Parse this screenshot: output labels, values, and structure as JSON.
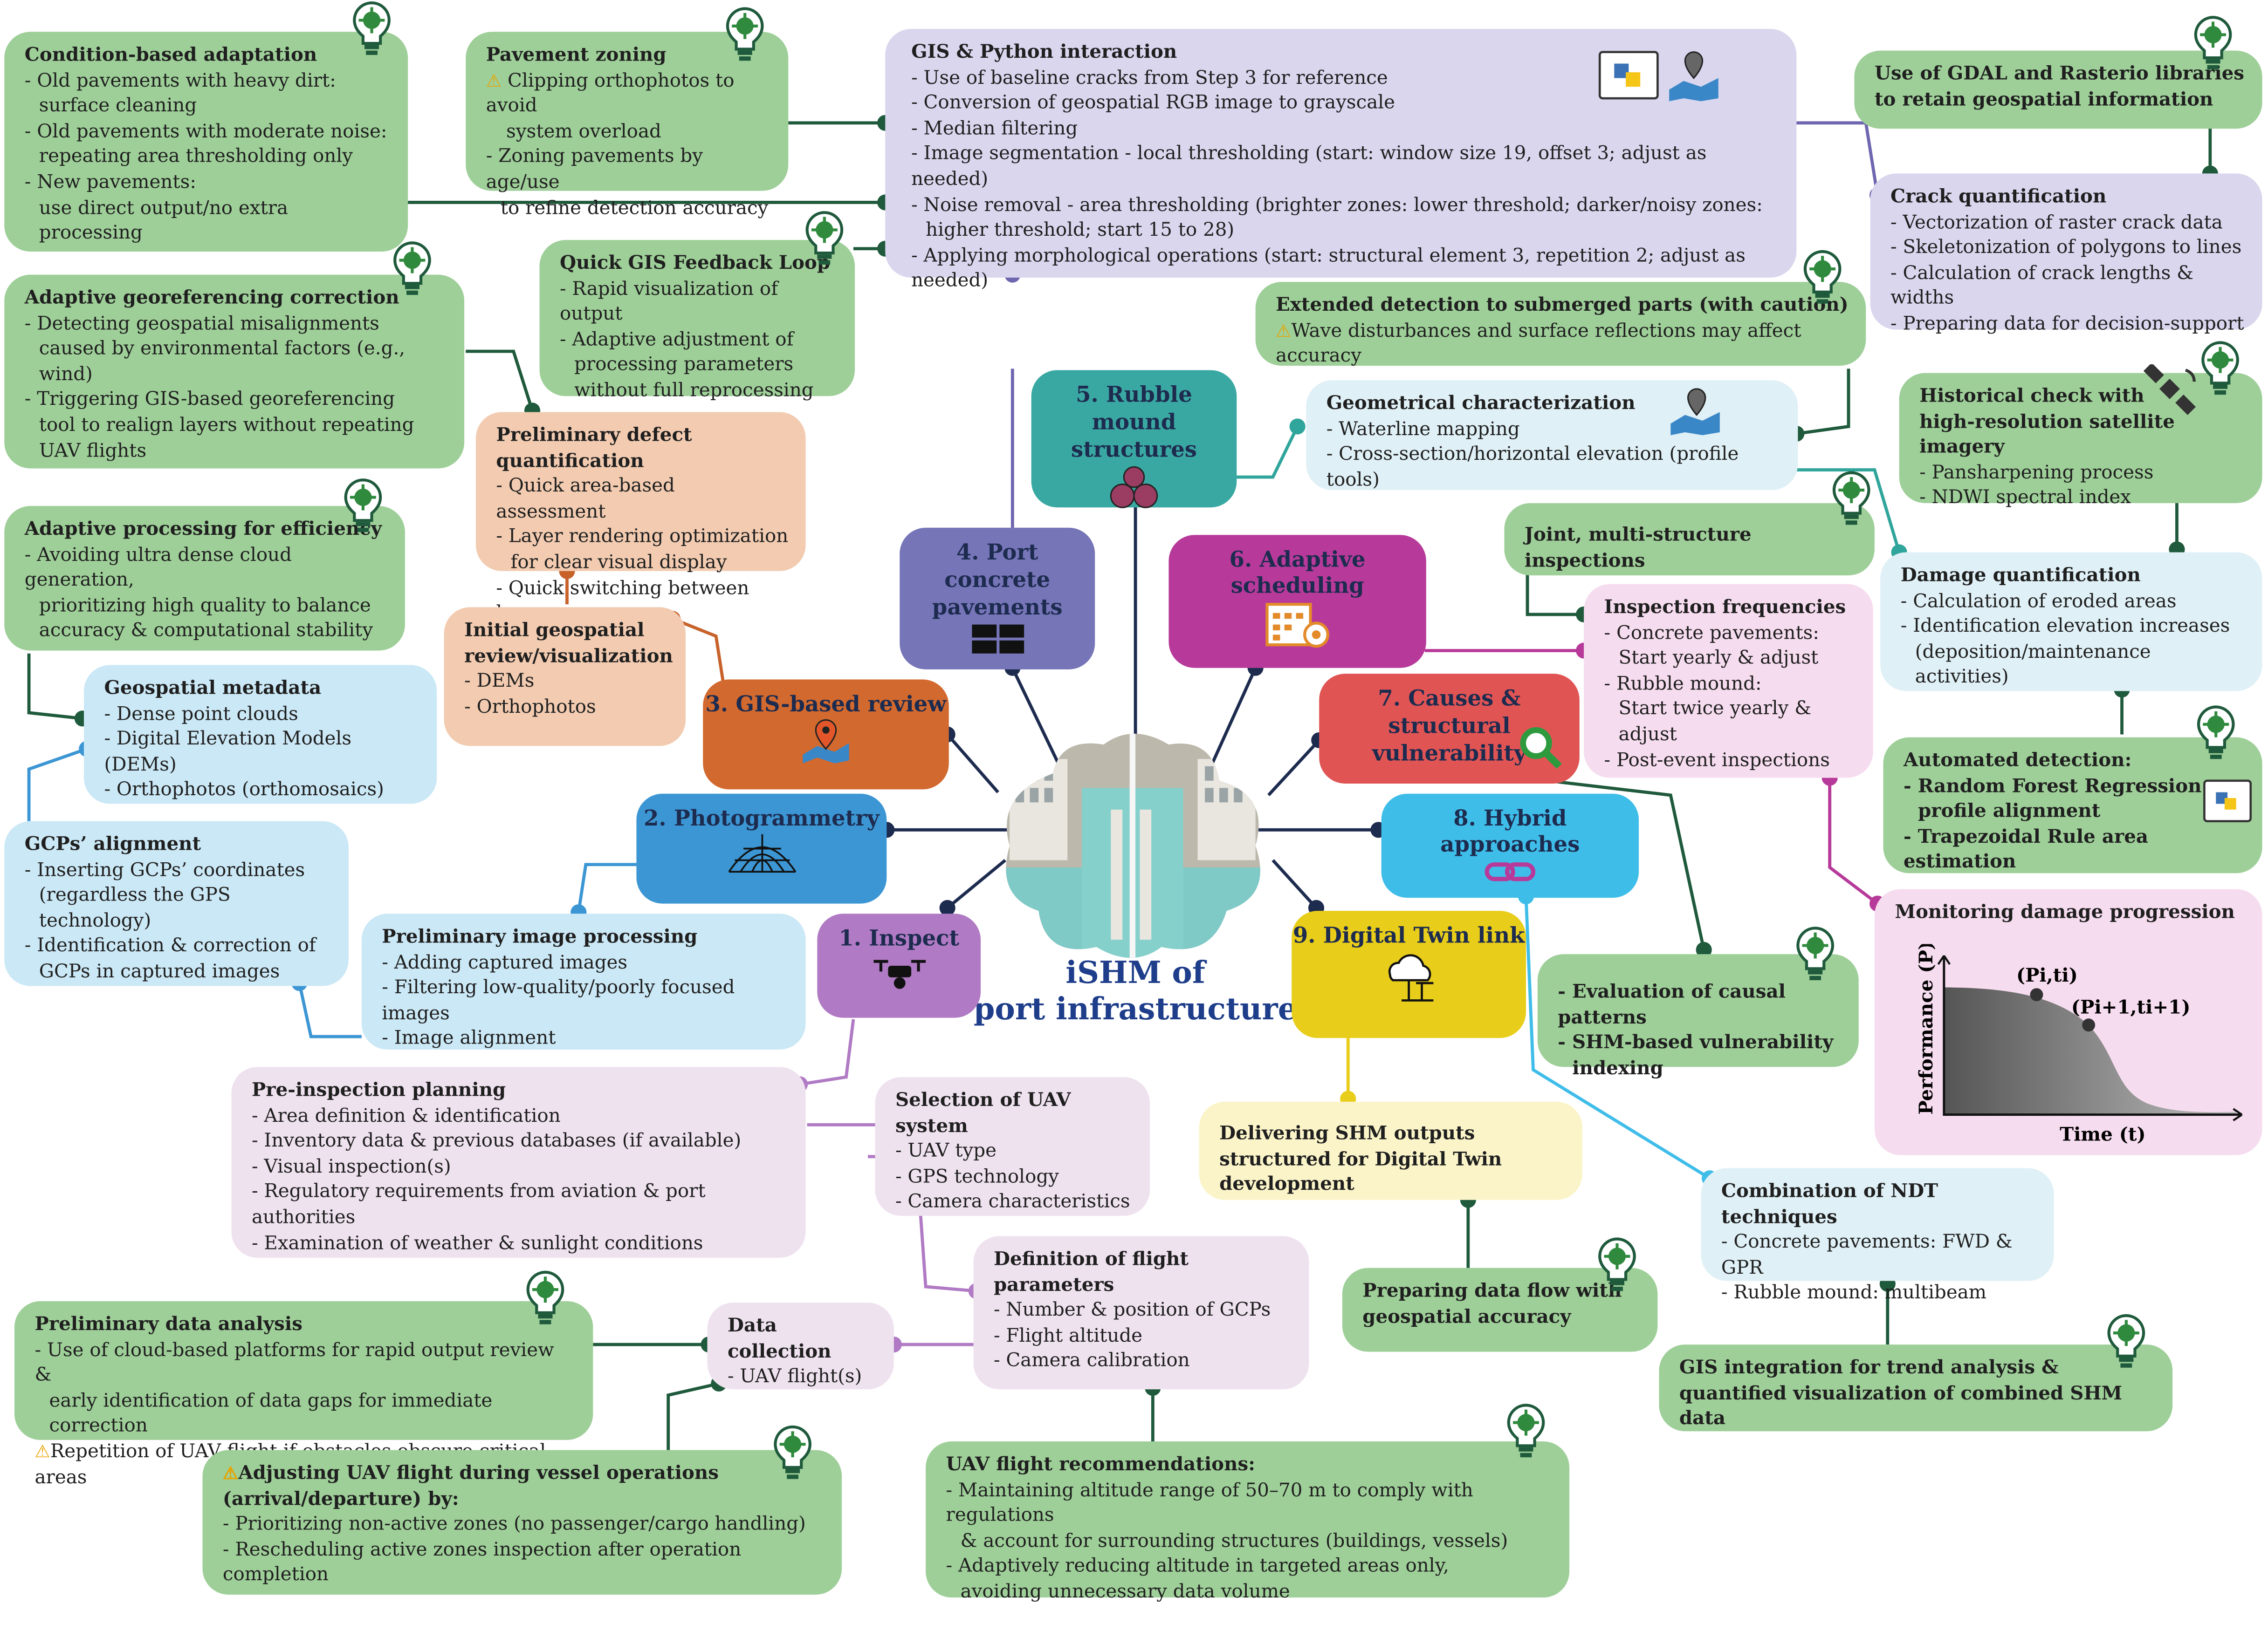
{
  "center": {
    "title_line1": "iSHM of",
    "title_line2": "port infrastructure"
  },
  "nodes": [
    {
      "id": "n1",
      "label": "1. Inspect",
      "color": "#b07ac4"
    },
    {
      "id": "n2",
      "label": "2. Photogrammetry",
      "color": "#3c96d4"
    },
    {
      "id": "n3",
      "label": "3. GIS-based review",
      "color": "#d2692e"
    },
    {
      "id": "n4",
      "label": "4. Port concrete pavements",
      "color": "#7575b8"
    },
    {
      "id": "n5",
      "label": "5. Rubble mound structures",
      "color": "#3aa8a2"
    },
    {
      "id": "n6",
      "label": "6. Adaptive scheduling",
      "color": "#b73a9a"
    },
    {
      "id": "n7",
      "label": "7. Causes & structural vulnerability",
      "color": "#e05454"
    },
    {
      "id": "n8",
      "label": "8. Hybrid approaches",
      "color": "#3fbde9"
    },
    {
      "id": "n9",
      "label": "9. Digital Twin link",
      "color": "#e8cd1a"
    }
  ],
  "boxes": {
    "condition": {
      "title": "Condition-based adaptation",
      "lines": [
        "- Old pavements with heavy dirt:",
        "  surface cleaning",
        "- Old pavements with moderate noise:",
        "  repeating area thresholding only",
        "- New pavements:",
        "  use direct output/no extra processing"
      ]
    },
    "pavement_zoning": {
      "title": "Pavement zoning",
      "lines": [
        "Clipping orthophotos to avoid",
        "system overload",
        "- Zoning pavements by age/use",
        "  to refine detection accuracy"
      ]
    },
    "gis_python": {
      "title": "GIS & Python interaction",
      "lines": [
        "- Use of baseline cracks from Step 3 for reference",
        "- Conversion of geospatial RGB image to grayscale",
        "- Median filtering",
        "- Image segmentation - local thresholding (start: window size 19, offset 3; adjust as needed)",
        "- Noise removal - area thresholding (brighter zones: lower threshold; darker/noisy zones:",
        "  higher threshold; start 15 to 28)",
        "- Applying morphological operations (start: structural element 3, repetition 2; adjust as needed)"
      ]
    },
    "gdal": {
      "title": "Use of GDAL and Rasterio libraries to retain geospatial information",
      "lines": []
    },
    "crack_quant": {
      "title": "Crack quantification",
      "lines": [
        "- Vectorization of raster crack data",
        "- Skeletonization of polygons to lines",
        "- Calculation of crack lengths & widths",
        "- Preparing data for decision-support"
      ]
    },
    "quick_gis": {
      "title": "Quick GIS Feedback Loop",
      "lines": [
        "- Rapid visualization of output",
        "- Adaptive adjustment of",
        "  processing parameters",
        "  without full reprocessing"
      ]
    },
    "adaptive_geo": {
      "title": "Adaptive georeferencing correction",
      "lines": [
        "- Detecting  geospatial misalignments",
        "  caused by environmental factors (e.g., wind)",
        "- Triggering GIS-based georeferencing",
        "  tool to realign layers without  repeating",
        "  UAV flights"
      ]
    },
    "extended_det": {
      "title": "Extended detection to submerged parts (with caution)",
      "lines": [
        "Wave disturbances and surface reflections may affect accuracy"
      ]
    },
    "geometrical": {
      "title": "Geometrical characterization",
      "lines": [
        "- Waterline mapping",
        "- Cross-section/horizontal elevation (profile tools)"
      ]
    },
    "historical": {
      "title": "Historical check with high-resolution satellite imagery",
      "lines": [
        "- Pansharpening process",
        "- NDWI spectral index"
      ]
    },
    "prelim_defect": {
      "title": "Preliminary defect quantification",
      "lines": [
        "- Quick area-based assessment",
        "- Layer rendering optimization",
        "  for clear visual display",
        "- Quick switching between layers"
      ]
    },
    "adaptive_proc": {
      "title": "Adaptive processing for efficiency",
      "lines": [
        "- Avoiding ultra dense cloud generation,",
        "  prioritizing high quality to balance",
        "  accuracy & computational stability"
      ]
    },
    "joint": {
      "title": "Joint, multi-structure inspections",
      "lines": []
    },
    "damage_quant": {
      "title": "Damage quantification",
      "lines": [
        "- Calculation of eroded areas",
        "- Identification elevation increases",
        "  (deposition/maintenance activities)"
      ]
    },
    "initial_geo": {
      "title": "Initial geospatial review/visualization",
      "lines": [
        "- DEMs",
        "- Orthophotos"
      ]
    },
    "inspection_freq": {
      "title": "Inspection frequencies",
      "lines": [
        "- Concrete pavements:",
        "  Start yearly & adjust",
        "- Rubble mound:",
        "  Start twice yearly & adjust",
        "- Post-event inspections"
      ]
    },
    "geo_meta": {
      "title": "Geospatial metadata",
      "lines": [
        "- Dense point clouds",
        "- Digital Elevation Models (DEMs)",
        "- Orthophotos (orthomosaics)"
      ]
    },
    "automated": {
      "title": "Automated detection:",
      "lines": [
        "- Random Forest Regression",
        "  profile alignment",
        "- Trapezoidal Rule area estimation"
      ]
    },
    "gcps": {
      "title": "GCPs’ alignment",
      "lines": [
        "- Inserting GCPs’ coordinates",
        "  (regardless the GPS technology)",
        "- Identification & correction of",
        "  GCPs in captured images"
      ]
    },
    "prelim_img": {
      "title": "Preliminary image processing",
      "lines": [
        "- Adding captured images",
        "- Filtering low-quality/poorly focused images",
        "- Image alignment"
      ]
    },
    "monitoring": {
      "title": "Monitoring damage progression",
      "lines": []
    },
    "causal": {
      "title": "",
      "lines": [
        "- Evaluation of causal patterns",
        "- SHM-based vulnerability",
        "  indexing"
      ]
    },
    "pre_insp": {
      "title": "Pre-inspection planning",
      "lines": [
        "- Area definition & identification",
        "- Inventory data & previous databases (if available)",
        "- Visual inspection(s)",
        "- Regulatory requirements from aviation & port authorities",
        "- Examination of weather & sunlight conditions"
      ]
    },
    "selection_uav": {
      "title": "Selection of UAV system",
      "lines": [
        "- UAV type",
        "- GPS technology",
        "- Camera characteristics"
      ]
    },
    "delivering": {
      "title": "Delivering SHM outputs structured for Digital Twin development",
      "lines": []
    },
    "ndt": {
      "title": "Combination of NDT techniques",
      "lines": [
        "- Concrete pavements: FWD & GPR",
        "- Rubble mound: multibeam"
      ]
    },
    "flight_params": {
      "title": "Definition of flight parameters",
      "lines": [
        "- Number & position of GCPs",
        "- Flight altitude",
        "- Camera calibration"
      ]
    },
    "prelim_data": {
      "title": "Preliminary data analysis",
      "lines": [
        "- Use of cloud-based platforms for rapid output review &",
        "  early identification of data gaps for immediate correction",
        "Repetition of UAV flight if obstacles obscure critical areas"
      ]
    },
    "data_coll": {
      "title": "Data collection",
      "lines": [
        "- UAV flight(s)"
      ]
    },
    "prep_flow": {
      "title": "Preparing data flow with geospatial accuracy",
      "lines": []
    },
    "gis_trend": {
      "title": "GIS integration for trend analysis & quantified visualization of combined SHM data",
      "lines": []
    },
    "adj_uav": {
      "title": "Adjusting UAV flight during vessel operations (arrival/departure) by:",
      "lines": [
        "- Prioritizing non-active zones (no passenger/cargo handling)",
        "- Rescheduling active zones inspection after operation completion"
      ]
    },
    "uav_rec": {
      "title": "UAV flight recommendations:",
      "lines": [
        "- Maintaining altitude range of 50–70 m to comply with regulations",
        "  & account for surrounding structures (buildings, vessels)",
        "- Adaptively reducing altitude in targeted areas only,",
        "  avoiding unnecessary data volume"
      ]
    }
  },
  "chart_data": {
    "type": "line",
    "xlabel": "Time (t)",
    "ylabel": "Performance (P)",
    "annotations": [
      "(Pi,ti)",
      "(Pi+1,ti+1)"
    ]
  }
}
